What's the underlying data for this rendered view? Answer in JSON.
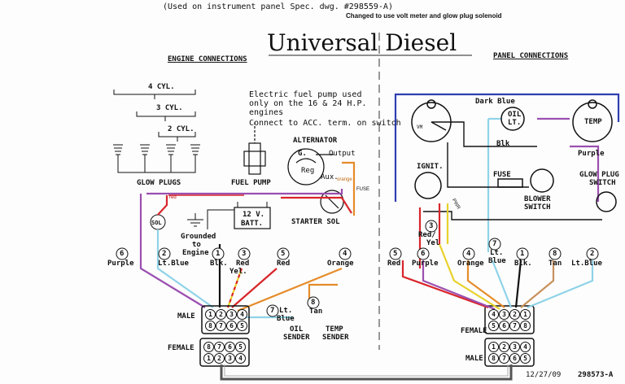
{
  "header": {
    "used_on": "(Used on instrument panel Spec. dwg. #298559-A)",
    "changed": "Changed to use volt meter and glow plug solenoid",
    "title": "Universal Diesel"
  },
  "sections": {
    "engine": "ENGINE CONNECTIONS",
    "panel": "PANEL CONNECTIONS"
  },
  "notes": {
    "pump1": "Electric fuel pump used",
    "pump2": "only on the 16 & 24 H.P.",
    "pump3": "engines",
    "acc": "Connect to ACC. term. on switch"
  },
  "cylinders": {
    "c4": "4 CYL.",
    "c3": "3 CYL.",
    "c2": "2 CYL.",
    "glow": "GLOW PLUGS"
  },
  "components": {
    "fuel_pump": "FUEL PUMP",
    "alternator": "ALTERNATOR",
    "alt_g": "G.",
    "alt_output": "Output",
    "alt_reg": "Reg",
    "alt_aux": "Aux.",
    "orange_small": "orange",
    "red_small": "red",
    "fuse_small": "FUSE",
    "sol": "SOL",
    "battery1": "12 V.",
    "battery2": "BATT.",
    "starter_sol": "STARTER SOL",
    "grounded1": "Grounded",
    "grounded2": "to",
    "grounded3": "Engine",
    "oil_sender1": "OIL",
    "oil_sender2": "SENDER",
    "temp_sender1": "TEMP",
    "temp_sender2": "SENDER"
  },
  "panel": {
    "dark_blue": "Dark Blue",
    "vm": "VM",
    "oil_lt1": "OIL",
    "oil_lt2": "LT.",
    "temp": "TEMP",
    "blk": "Blk",
    "purple": "Purple",
    "ignit": "IGNIT.",
    "fuse": "FUSE",
    "blower1": "BLOWER",
    "blower2": "SWITCH",
    "glow1": "GLOW PLUG",
    "glow2": "SWITCH",
    "red_yel1": "Red/",
    "red_yel2": "Yel",
    "pwr": "PWR"
  },
  "engine_wires": [
    {
      "num": "6",
      "name": "Purple",
      "sub": ""
    },
    {
      "num": "2",
      "name": "Lt.Blue",
      "sub": ""
    },
    {
      "num": "1",
      "name": "Blk.",
      "sub": ""
    },
    {
      "num": "3",
      "name": "Red",
      "sub": "Yel."
    },
    {
      "num": "5",
      "name": "Red",
      "sub": ""
    },
    {
      "num": "4",
      "name": "Orange",
      "sub": ""
    },
    {
      "num": "7",
      "name": "Lt.",
      "sub": "Blue"
    },
    {
      "num": "8",
      "name": "Tan",
      "sub": ""
    }
  ],
  "panel_wires": [
    {
      "num": "5",
      "name": "Red",
      "sub": ""
    },
    {
      "num": "6",
      "name": "Purple",
      "sub": ""
    },
    {
      "num": "4",
      "name": "Orange",
      "sub": ""
    },
    {
      "num": "7",
      "name": "Lt.",
      "sub": "Blue"
    },
    {
      "num": "1",
      "name": "Blk.",
      "sub": ""
    },
    {
      "num": "8",
      "name": "Tan",
      "sub": ""
    },
    {
      "num": "2",
      "name": "Lt.Blue",
      "sub": ""
    },
    {
      "num": "3",
      "name": "",
      "sub": ""
    }
  ],
  "connectors": {
    "male": "MALE",
    "female": "FEMALE",
    "male_top": [
      "1",
      "2",
      "3",
      "4"
    ],
    "male_bot": [
      "8",
      "7",
      "6",
      "5"
    ],
    "female_top": [
      "8",
      "7",
      "6",
      "5"
    ],
    "female_bot": [
      "1",
      "2",
      "3",
      "4"
    ],
    "panel_female_top": [
      "4",
      "3",
      "2",
      "1"
    ],
    "panel_female_bot": [
      "5",
      "6",
      "7",
      "8"
    ],
    "panel_male_top": [
      "1",
      "2",
      "3",
      "4"
    ],
    "panel_male_bot": [
      "8",
      "7",
      "6",
      "5"
    ]
  },
  "footer": {
    "date": "12/27/09",
    "dwg": "298573-A"
  },
  "colors": {
    "purple": "#9b4fb0",
    "ltblue": "#8fd3e8",
    "black": "#111111",
    "red": "#d8262b",
    "redyel": "#e8d12a",
    "orange": "#e58c2a",
    "tan": "#c7915b",
    "darkblue": "#2f3fb0"
  }
}
